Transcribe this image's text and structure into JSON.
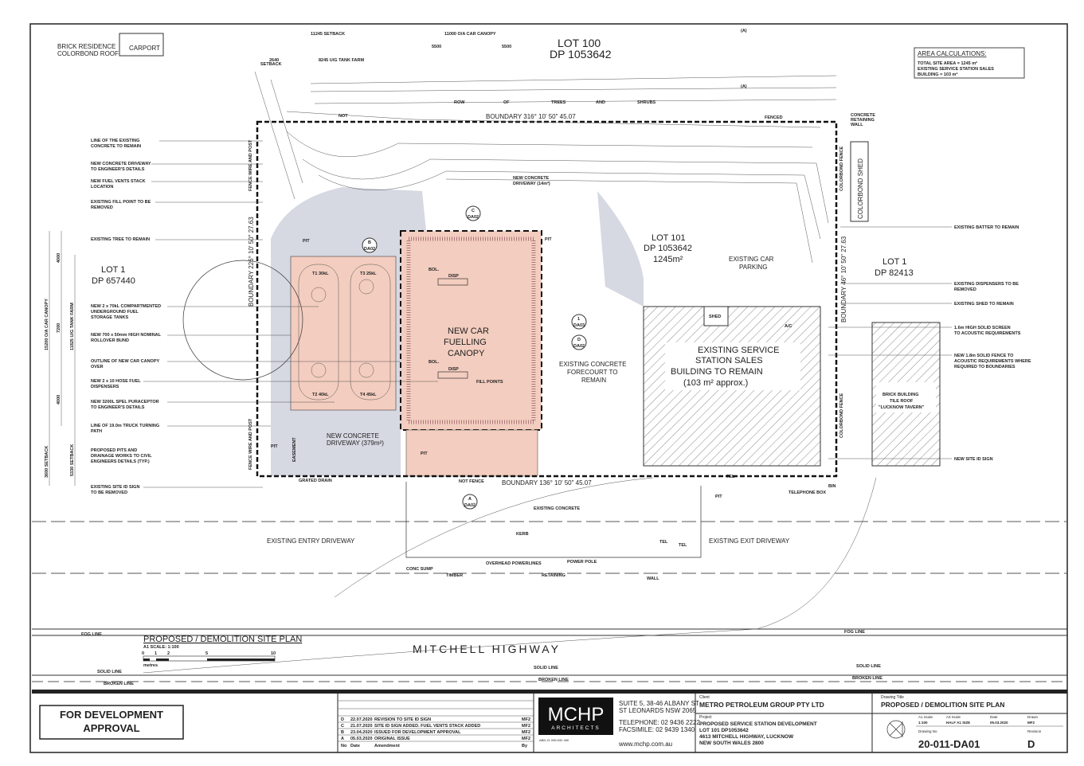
{
  "sheet": {
    "title": "PROPOSED / DEMOLITION SITE PLAN",
    "scale_label": "A1 SCALE: 1:100",
    "scale_ticks": [
      "0",
      "1",
      "2",
      "5",
      "10"
    ],
    "scale_unit": "metres",
    "status": [
      "FOR DEVELOPMENT",
      "APPROVAL"
    ]
  },
  "lots": {
    "lot100": [
      "LOT 100",
      "DP 1053642"
    ],
    "lot101": [
      "LOT 101",
      "DP 1053642",
      "1245m²"
    ],
    "lot1_left": [
      "LOT 1",
      "DP 657440"
    ],
    "lot1_right": [
      "LOT 1",
      "DP 82413"
    ]
  },
  "top_labels": {
    "brick_residence": [
      "BRICK RESIDENCE",
      "COLORBOND ROOF"
    ],
    "carport": "CARPORT",
    "setback_11245": "11245 SETBACK",
    "canopy_11000": "11000 O/A CAR CANOPY",
    "dim_5500_a": "5500",
    "dim_5500_b": "5500",
    "dim_2640": [
      "2640",
      "SETBACK"
    ],
    "tank_farm_8245": "8245 U/G TANK FARM",
    "row": "ROW",
    "of": "OF",
    "trees": "TREES",
    "and": "AND",
    "shrubs": "SHRUBS",
    "not": "NOT",
    "fenced": "FENCED",
    "boundary_top": "BOUNDARY  316°  10'  50\"  45.07",
    "boundary_bottom": "BOUNDARY  136°  10'  50\"  45.07",
    "boundary_left": "BOUNDARY  226°  10'  50\"  27.63",
    "boundary_right": "BOUNDARY  46°  10'  50\"  27.63",
    "concrete_wall": [
      "CONCRETE",
      "RETAINING",
      "WALL"
    ],
    "colorbond_shed": "COLORBOND  SHED",
    "a_marker": "(A)"
  },
  "area_calculations": {
    "title": "AREA CALCULATIONS:",
    "lines": [
      "TOTAL SITE AREA = 1245 m²",
      "EXISTING SERVICE STATION SALES",
      "BUILDING = 103 m²"
    ]
  },
  "left_notes": [
    [
      "LINE OF THE EXISTING",
      "CONCRETE TO REMAIN"
    ],
    [
      "NEW CONCRETE DRIVEWAY",
      "TO ENGINEER'S DETAILS"
    ],
    [
      "NEW FUEL VENTS STACK",
      "LOCATION"
    ],
    [
      "EXISTING FILL POINT TO BE",
      "REMOVED"
    ],
    [
      "EXISTING TREE TO REMAIN"
    ],
    [
      "NEW 2 x 70kL COMPARTMENTED",
      "UNDERGROUND FUEL",
      "STORAGE TANKS"
    ],
    [
      "NEW 700 x 50mm HIGH NOMINAL",
      "ROLLOVER BUND"
    ],
    [
      "OUTLINE OF NEW CAR CANOPY",
      "OVER"
    ],
    [
      "NEW 2 x 10 HOSE FUEL",
      "DISPENSERS"
    ],
    [
      "NEW 3200L SPEL PURACEPTOR",
      "TO ENGINEER'S DETAILS"
    ],
    [
      "LINE OF 19.0m TRUCK TURNING",
      "PATH"
    ],
    [
      "PROPOSED PITS AND",
      "DRAINAGE WORKS TO CIVIL",
      "ENGINEERS DETAILS (TYP.)"
    ],
    [
      "EXISTING SITE ID SIGN",
      "TO BE REMOVED"
    ]
  ],
  "right_notes": [
    [
      "EXISTING BATTER TO REMAIN"
    ],
    [
      "EXISTING DISPENSERS TO BE",
      "REMOVED"
    ],
    [
      "EXISTING SHED TO REMAIN"
    ],
    [
      "1.6m HIGH SOLID SCREEN",
      "TO ACOUSTIC REQUIREMENTS"
    ],
    [
      "NEW 1.8m SOLID FENCE TO",
      "ACOUSTIC REQUIREMENTS WHERE",
      "REQUIRED TO BOUNDARIES"
    ],
    [
      "NEW SITE ID SIGN"
    ]
  ],
  "left_dims": [
    "15200 O/A CAR CANOPY",
    "4000",
    "7200",
    "4000",
    "3600 SETBACK",
    "11825 U/G TANK FARM",
    "5330 SETBACK"
  ],
  "site": {
    "canopy": [
      "NEW CAR",
      "FUELLING",
      "CANOPY"
    ],
    "tanks": [
      "T1  30kL",
      "T3  25kL",
      "T2  40kL",
      "T4  45kL"
    ],
    "disp": "DISP",
    "bol": "BOL.",
    "fill_points": "FILL POINTS",
    "pit": "PIT",
    "new_driveway_top": [
      "NEW CONCRETE",
      "DRIVEWAY (14m²)"
    ],
    "new_driveway_bottom": [
      "NEW CONCRETE",
      "DRIVEWAY (379m²)"
    ],
    "existing_parking": [
      "EXISTING CAR",
      "PARKING"
    ],
    "forecourt": [
      "EXISTING CONCRETE",
      "FORECOURT TO",
      "REMAIN"
    ],
    "station": [
      "EXISTING SERVICE",
      "STATION SALES",
      "BUILDING TO REMAIN",
      "(103 m² approx.)"
    ],
    "shed": "SHED",
    "ac": "A/C",
    "tavern": [
      "BRICK BUILDING",
      "TILE ROOF",
      "\"LUCKNOW TAVERN\""
    ],
    "grated_drain": "GRATED DRAIN",
    "not_fence": "NOT FENCE",
    "easement": "EASEMENT",
    "fence_wire": "FENCE WIRE AND POST",
    "colorbond_fence": "COLORBOND FENCE",
    "tel": "TEL",
    "bin": "BIN",
    "telephone_box": "TELEPHONE BOX",
    "sections": [
      {
        "letter": "C",
        "sheet": "DA02"
      },
      {
        "letter": "B",
        "sheet": "DA02"
      },
      {
        "letter": "1",
        "sheet": "DA03"
      },
      {
        "letter": "D",
        "sheet": "DA02"
      },
      {
        "letter": "A",
        "sheet": "DA02"
      }
    ]
  },
  "road": {
    "existing_concrete": "EXISTING CONCRETE",
    "kerb": "KERB",
    "entry": "EXISTING ENTRY DRIVEWAY",
    "exit": "EXISTING EXIT DRIVEWAY",
    "powerlines": "OVERHEAD POWERLINES",
    "power_pole": "POWER POLE",
    "conc_sump": "CONC SUMP",
    "timber": "TIMBER",
    "retaining": "RETAINING",
    "wall": "WALL",
    "highway": "MITCHELL   HIGHWAY",
    "fog_line": "FOG LINE",
    "solid_line": "SOLID LINE",
    "broken_line": "BROKEN LINE"
  },
  "revisions": {
    "header": {
      "no": "No",
      "date": "Date",
      "amendment": "Amendment",
      "by": "By"
    },
    "rows": [
      {
        "no": "D",
        "date": "22.07.2020",
        "amendment": "REVISION TO SITE ID SIGN",
        "by": "MF2"
      },
      {
        "no": "C",
        "date": "21.07.2020",
        "amendment": "SITE ID SIGN ADDED. FUEL VENTS STACK ADDED",
        "by": "MF2"
      },
      {
        "no": "B",
        "date": "23.04.2020",
        "amendment": "ISSUED FOR DEVELOPMENT APPROVAL",
        "by": "MF2"
      },
      {
        "no": "A",
        "date": "05.03.2020",
        "amendment": "ORIGINAL ISSUE",
        "by": "MF2"
      }
    ]
  },
  "architect": {
    "logo_main": "MCHP",
    "logo_sub": "ARCHITECTS",
    "abn": "ABN 21 096 632 450",
    "address": [
      "SUITE 5, 38-46 ALBANY ST",
      "ST LEONARDS  NSW  2065"
    ],
    "phone": "TELEPHONE:   02 9436 2222",
    "fax": "FACSIMILE:     02 9439 1340",
    "web": "www.mchp.com.au"
  },
  "project_info": {
    "client_label": "Client",
    "client": "METRO PETROLEUM GROUP PTY LTD",
    "project_label": "Project",
    "project": [
      "PROPOSED SERVICE STATION DEVELOPMENT",
      "LOT 101 DP1053642",
      "4613 MITCHELL HIGHWAY, LUCKNOW",
      "NEW SOUTH WALES 2800"
    ],
    "drawing_title_label": "Drawing Title",
    "drawing_title": "PROPOSED / DEMOLITION SITE PLAN",
    "a1_scale_label": "A1 Scale",
    "a1_scale": "1:100",
    "a3_scale_label": "A3 Scale",
    "a3_scale": "HALF A1 SIZE",
    "date_label": "Date",
    "date": "05.03.2020",
    "drawn_label": "Drawn",
    "drawn": "MF2",
    "drawing_no_label": "Drawing No",
    "drawing_no": "20-011-DA01",
    "revision_label": "Revision",
    "revision": "D"
  }
}
